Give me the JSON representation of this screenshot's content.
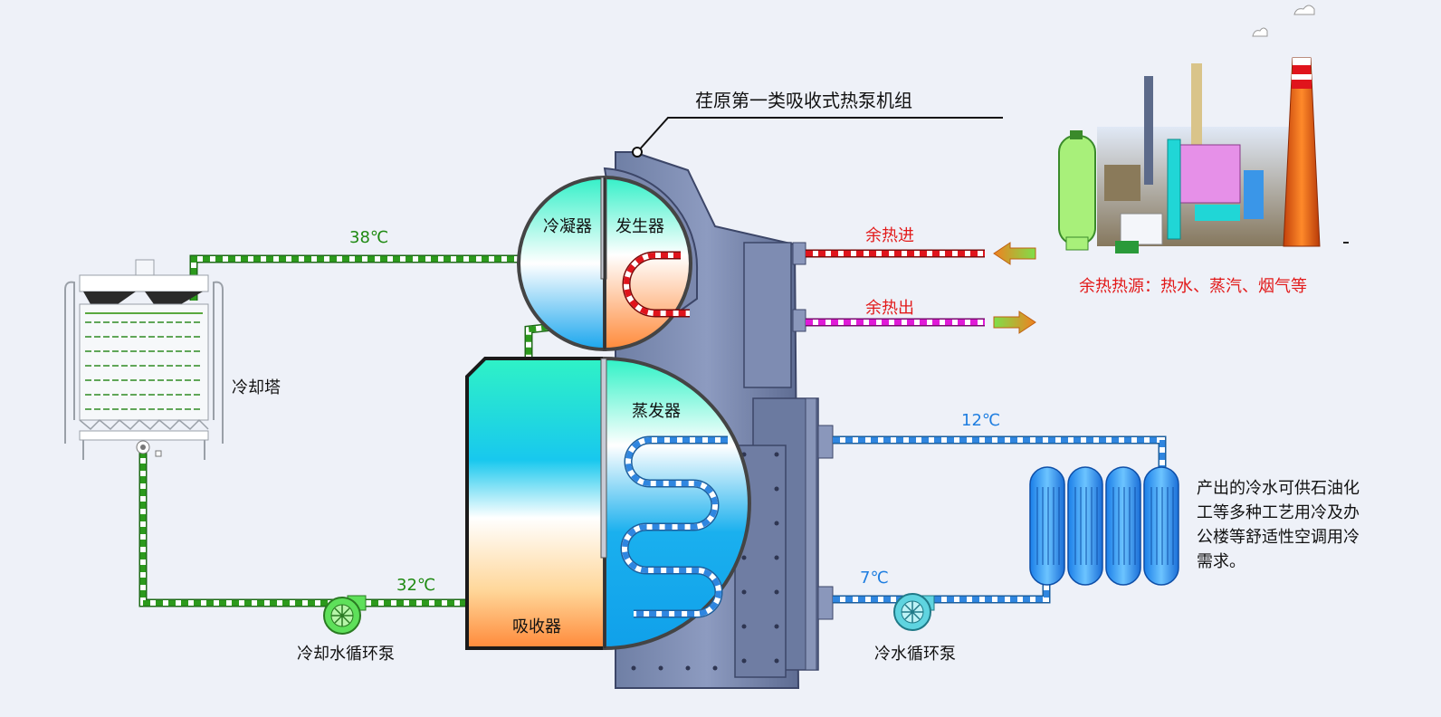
{
  "title": "荏原第一类吸收式热泵机组",
  "components": {
    "condenser": "冷凝器",
    "generator": "发生器",
    "evaporator": "蒸发器",
    "absorber": "吸收器",
    "cooling_tower": "冷却塔",
    "cooling_pump": "冷却水循环泵",
    "chilled_pump": "冷水循环泵"
  },
  "temperatures": {
    "cooling_out": "38℃",
    "cooling_in": "32℃",
    "chilled_out": "12℃",
    "chilled_in": "7℃"
  },
  "waste_heat": {
    "in_label": "余热进",
    "out_label": "余热出",
    "source_label": "余热热源：热水、蒸汽、烟气等"
  },
  "note": "产出的冷水可供石油化工等多种工艺用冷及办公楼等舒适性空调用冷需求。",
  "colors": {
    "cooling_water": "#2c8a1c",
    "waste_in": "#d8141c",
    "waste_out": "#e01ad8",
    "chilled_water": "#2f86e0",
    "label_red": "#e21a1a",
    "label_green": "#1f8a12",
    "label_blue": "#1f7ee0"
  }
}
